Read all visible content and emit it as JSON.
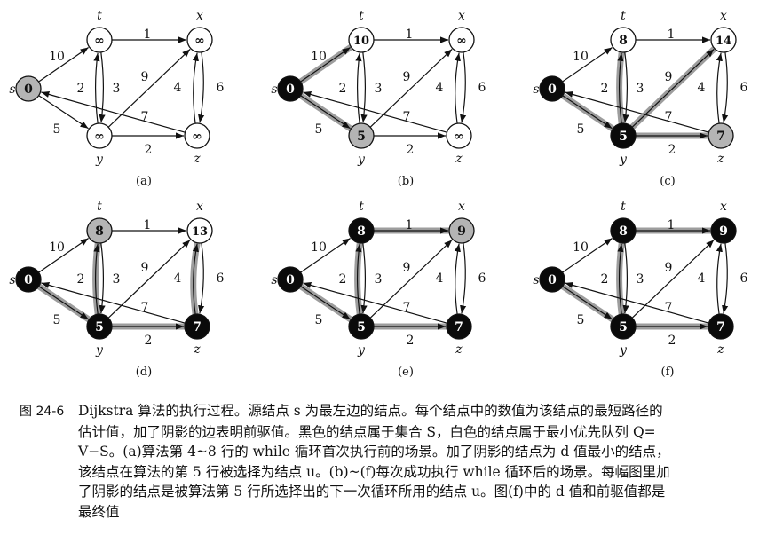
{
  "vertex_labels": {
    "s": "s",
    "t": "t",
    "x": "x",
    "y": "y",
    "z": "z"
  },
  "edges": [
    {
      "from": "s",
      "to": "t",
      "weight": "10"
    },
    {
      "from": "s",
      "to": "y",
      "weight": "5"
    },
    {
      "from": "t",
      "to": "x",
      "weight": "1"
    },
    {
      "from": "t",
      "to": "y",
      "weight": "2"
    },
    {
      "from": "y",
      "to": "t",
      "weight": "3"
    },
    {
      "from": "y",
      "to": "x",
      "weight": "9"
    },
    {
      "from": "y",
      "to": "z",
      "weight": "2"
    },
    {
      "from": "x",
      "to": "z",
      "weight": "4"
    },
    {
      "from": "z",
      "to": "x",
      "weight": "6"
    },
    {
      "from": "z",
      "to": "s",
      "weight": "7"
    }
  ],
  "panels": [
    {
      "label": "(a)",
      "nodes": {
        "s": {
          "d": "0",
          "state": "gray"
        },
        "t": {
          "d": "∞",
          "state": "white"
        },
        "x": {
          "d": "∞",
          "state": "white"
        },
        "y": {
          "d": "∞",
          "state": "white"
        },
        "z": {
          "d": "∞",
          "state": "white"
        }
      },
      "shaded_edges": []
    },
    {
      "label": "(b)",
      "nodes": {
        "s": {
          "d": "0",
          "state": "black"
        },
        "t": {
          "d": "10",
          "state": "white"
        },
        "x": {
          "d": "∞",
          "state": "white"
        },
        "y": {
          "d": "5",
          "state": "gray"
        },
        "z": {
          "d": "∞",
          "state": "white"
        }
      },
      "shaded_edges": [
        "s-t",
        "s-y"
      ]
    },
    {
      "label": "(c)",
      "nodes": {
        "s": {
          "d": "0",
          "state": "black"
        },
        "t": {
          "d": "8",
          "state": "white"
        },
        "x": {
          "d": "14",
          "state": "white"
        },
        "y": {
          "d": "5",
          "state": "black"
        },
        "z": {
          "d": "7",
          "state": "gray"
        }
      },
      "shaded_edges": [
        "s-y",
        "y-t",
        "y-x",
        "y-z"
      ]
    },
    {
      "label": "(d)",
      "nodes": {
        "s": {
          "d": "0",
          "state": "black"
        },
        "t": {
          "d": "8",
          "state": "gray"
        },
        "x": {
          "d": "13",
          "state": "white"
        },
        "y": {
          "d": "5",
          "state": "black"
        },
        "z": {
          "d": "7",
          "state": "black"
        }
      },
      "shaded_edges": [
        "s-y",
        "y-t",
        "y-z",
        "z-x"
      ]
    },
    {
      "label": "(e)",
      "nodes": {
        "s": {
          "d": "0",
          "state": "black"
        },
        "t": {
          "d": "8",
          "state": "black"
        },
        "x": {
          "d": "9",
          "state": "gray"
        },
        "y": {
          "d": "5",
          "state": "black"
        },
        "z": {
          "d": "7",
          "state": "black"
        }
      },
      "shaded_edges": [
        "s-y",
        "y-t",
        "y-z",
        "t-x"
      ]
    },
    {
      "label": "(f)",
      "nodes": {
        "s": {
          "d": "0",
          "state": "black"
        },
        "t": {
          "d": "8",
          "state": "black"
        },
        "x": {
          "d": "9",
          "state": "black"
        },
        "y": {
          "d": "5",
          "state": "black"
        },
        "z": {
          "d": "7",
          "state": "black"
        }
      },
      "shaded_edges": [
        "s-y",
        "y-t",
        "y-z",
        "t-x"
      ]
    }
  ],
  "colors": {
    "gray_node": "#b4b4b4",
    "black_node": "#0a0a0a",
    "white_node": "#ffffff",
    "shaded_edge": "#8c8c8c",
    "edge": "#111111"
  },
  "caption": {
    "figure_number": "图 24-6",
    "lines": [
      "Dijkstra 算法的执行过程。源结点 s 为最左边的结点。每个结点中的数值为该结点的最短路径的",
      "估计值，加了阴影的边表明前驱值。黑色的结点属于集合 S，白色的结点属于最小优先队列 Q=",
      "V−S。(a)算法第 4~8 行的 while 循环首次执行前的场景。加了阴影的结点为 d 值最小的结点，",
      "该结点在算法的第 5 行被选择为结点 u。(b)~(f)每次成功执行 while 循环后的场景。每幅图里加",
      "了阴影的结点是被算法第 5 行所选择出的下一次循环所用的结点 u。图(f)中的 d 值和前驱值都是",
      "最终值"
    ]
  }
}
